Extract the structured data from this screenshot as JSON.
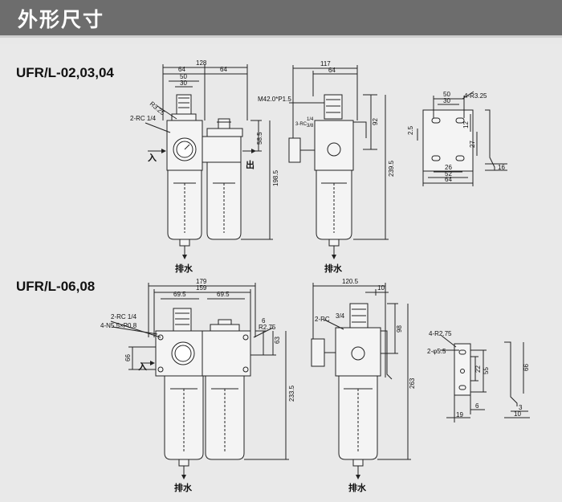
{
  "header": {
    "title": "外形尺寸"
  },
  "colors": {
    "header_bg": "#6d6d6d",
    "page_bg": "#e9e9e9",
    "line": "#222222",
    "body_fill": "#f4f4f4"
  },
  "models": {
    "small": "UFR/L-02,03,04",
    "large": "UFR/L-06,08"
  },
  "labels": {
    "inlet": "入",
    "outlet": "出",
    "drain": "排水"
  },
  "small_front": {
    "w128": "128",
    "w64a": "64",
    "w64b": "64",
    "w50": "50",
    "w30": "30",
    "port": "2-RC 1/4",
    "r325": "R3.25",
    "h585": "58.5",
    "h1985": "198.5"
  },
  "small_side": {
    "w117": "117",
    "w64": "64",
    "thread": "M42.0*P1.5",
    "port": "3-RC",
    "port_frac_top": "1/4",
    "port_frac_bot": "3/8",
    "h92": "92",
    "h2395": "239.5"
  },
  "small_bracket": {
    "w50": "50",
    "w30": "30",
    "holes": "4-R3.25",
    "h25": "2.5",
    "h12": "12",
    "h27": "27",
    "w26": "26",
    "w52": "52",
    "w64": "64",
    "t16": "16"
  },
  "large_front": {
    "w179": "179",
    "w159": "159",
    "w695a": "69.5",
    "w695b": "69.5",
    "port": "2-RC 1/4",
    "holes": "4-N5.5×P0.8",
    "r275": "R2.75",
    "h6": "6",
    "h63": "63",
    "h66": "66",
    "h2335": "233.5"
  },
  "large_side": {
    "w1205": "120.5",
    "w10": "10",
    "port": "2-RC",
    "port_frac": "3/4",
    "h98": "98",
    "h263": "263"
  },
  "large_bracket": {
    "radius": "4-R2.75",
    "holes": "2-φ5.5",
    "h22": "22",
    "h55": "55",
    "h66": "66",
    "w19": "19",
    "w6": "6",
    "t3": "3",
    "t10": "10"
  }
}
